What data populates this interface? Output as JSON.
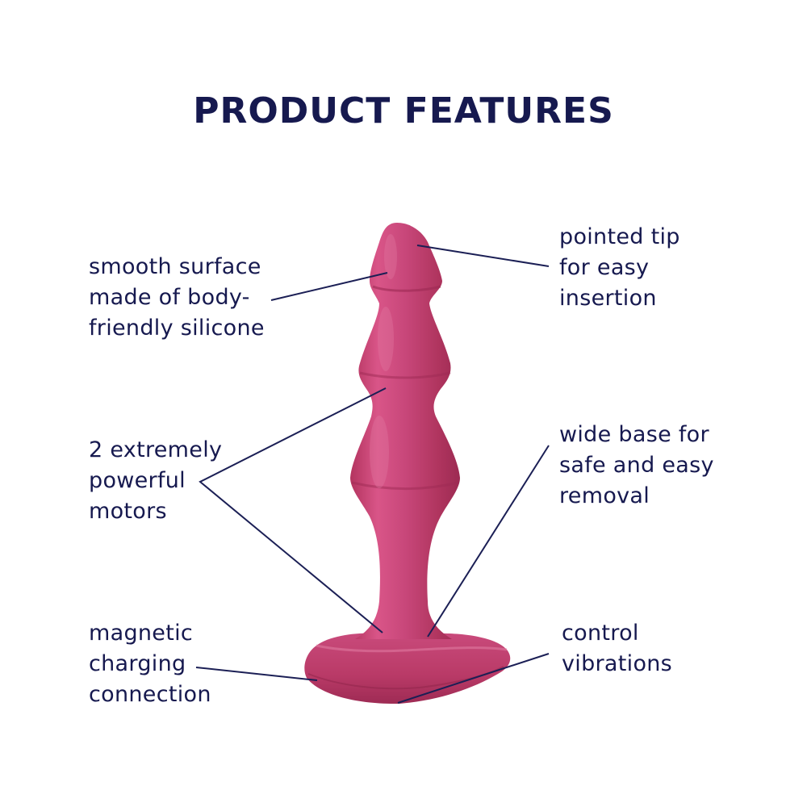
{
  "title": "PRODUCT FEATURES",
  "colors": {
    "text": "#16194f",
    "leader_line": "#1b1f55",
    "product_main": "#c23e6e",
    "product_shadow": "#a42c57",
    "product_highlight": "#e0739b",
    "background": "#ffffff"
  },
  "features": [
    {
      "id": "smooth-surface",
      "side": "left",
      "lines": [
        "smooth surface",
        "made of body-",
        "friendly silicone"
      ]
    },
    {
      "id": "pointed-tip",
      "side": "right",
      "lines": [
        "pointed tip",
        "for easy",
        "insertion"
      ]
    },
    {
      "id": "two-motors",
      "side": "left",
      "lines": [
        "2 extremely",
        "powerful",
        "motors"
      ]
    },
    {
      "id": "wide-base",
      "side": "right",
      "lines": [
        "wide base for",
        "safe and easy",
        "removal"
      ]
    },
    {
      "id": "magnetic-charging",
      "side": "left",
      "lines": [
        "magnetic",
        "charging",
        "connection"
      ]
    },
    {
      "id": "control-vibrations",
      "side": "right",
      "lines": [
        "control",
        "vibrations"
      ]
    }
  ]
}
